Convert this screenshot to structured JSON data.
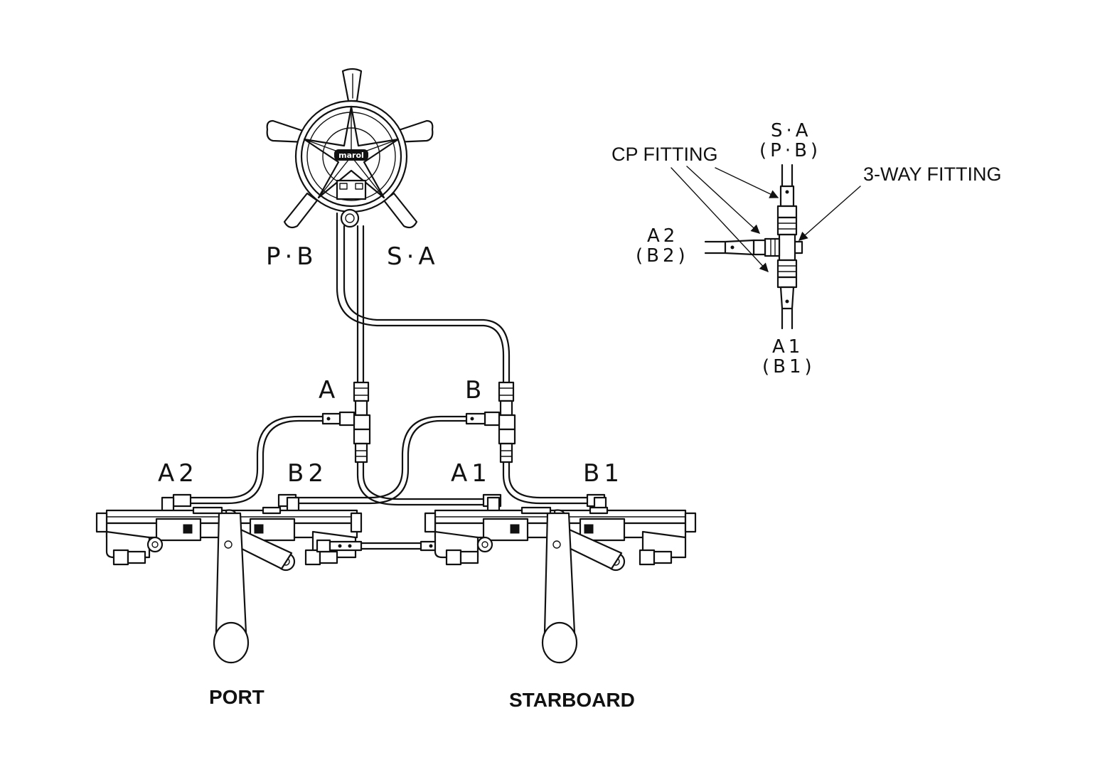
{
  "labels": {
    "helm_pb": "P·B",
    "helm_sa": "S·A",
    "tee_a": "A",
    "tee_b": "B",
    "port_a2": "A2",
    "port_b2": "B2",
    "stbd_a1": "A1",
    "stbd_b1": "B1",
    "detail_top_1": "S·A",
    "detail_top_2": "(P·B)",
    "detail_left_1": "A2",
    "detail_left_2": "(B2)",
    "detail_bottom_1": "A1",
    "detail_bottom_2": "(B1)",
    "cp_fitting": "CP FITTING",
    "three_way_fitting": "3-WAY FITTING",
    "port": "PORT",
    "starboard": "STARBOARD",
    "helm_logo": "marol"
  }
}
